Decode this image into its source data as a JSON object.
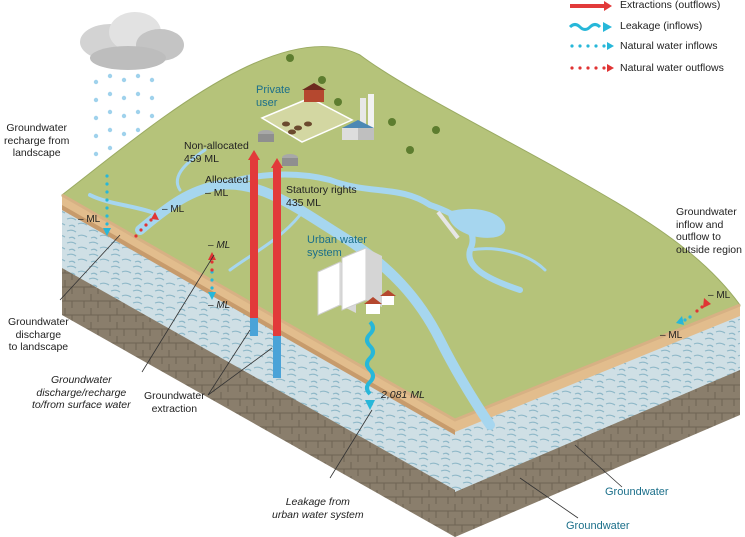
{
  "legend": {
    "extractions": "Extractions (outflows)",
    "leakage": "Leakage (inflows)",
    "natural_inflows": "Natural water inflows",
    "natural_outflows": "Natural water outflows"
  },
  "labels": {
    "recharge_landscape": "Groundwater\nrecharge from\nlandscape",
    "discharge_landscape": "Groundwater\ndischarge\nto landscape",
    "discharge_surface": "Groundwater\ndischarge/recharge\nto/from surface water",
    "gw_extraction": "Groundwater\nextraction",
    "private_user": "Private\nuser",
    "non_allocated": "Non-allocated\n459 ML",
    "allocated": "Allocated\n– ML",
    "statutory_rights": "Statutory rights\n435 ML",
    "urban_water_system": "Urban water\nsystem",
    "leakage_value": "2,081 ML",
    "leakage_urban": "Leakage from\nurban water system",
    "inflow_outflow_region": "Groundwater\ninflow and\noutflow to\noutside region",
    "groundwater_front": "Groundwater",
    "groundwater_bottom": "Groundwater",
    "ml_left_inflow": "– ML",
    "ml_left_outflow": "– ML",
    "ml_surface_top": "– ML",
    "ml_surface_bottom": "– ML",
    "ml_right_out": "– ML",
    "ml_right_in": "– ML"
  },
  "colors": {
    "extraction_red": "#e23a3a",
    "leakage_blue": "#27b7d9",
    "inflow_teal": "#27b7d9",
    "outflow_red": "#e03434",
    "land_green": "#b4c279",
    "river_blue": "#a6d6ef",
    "soil_tan": "#d8ae7e",
    "aquifer": "#d6e4e8",
    "bedrock": "#8a7c68"
  }
}
